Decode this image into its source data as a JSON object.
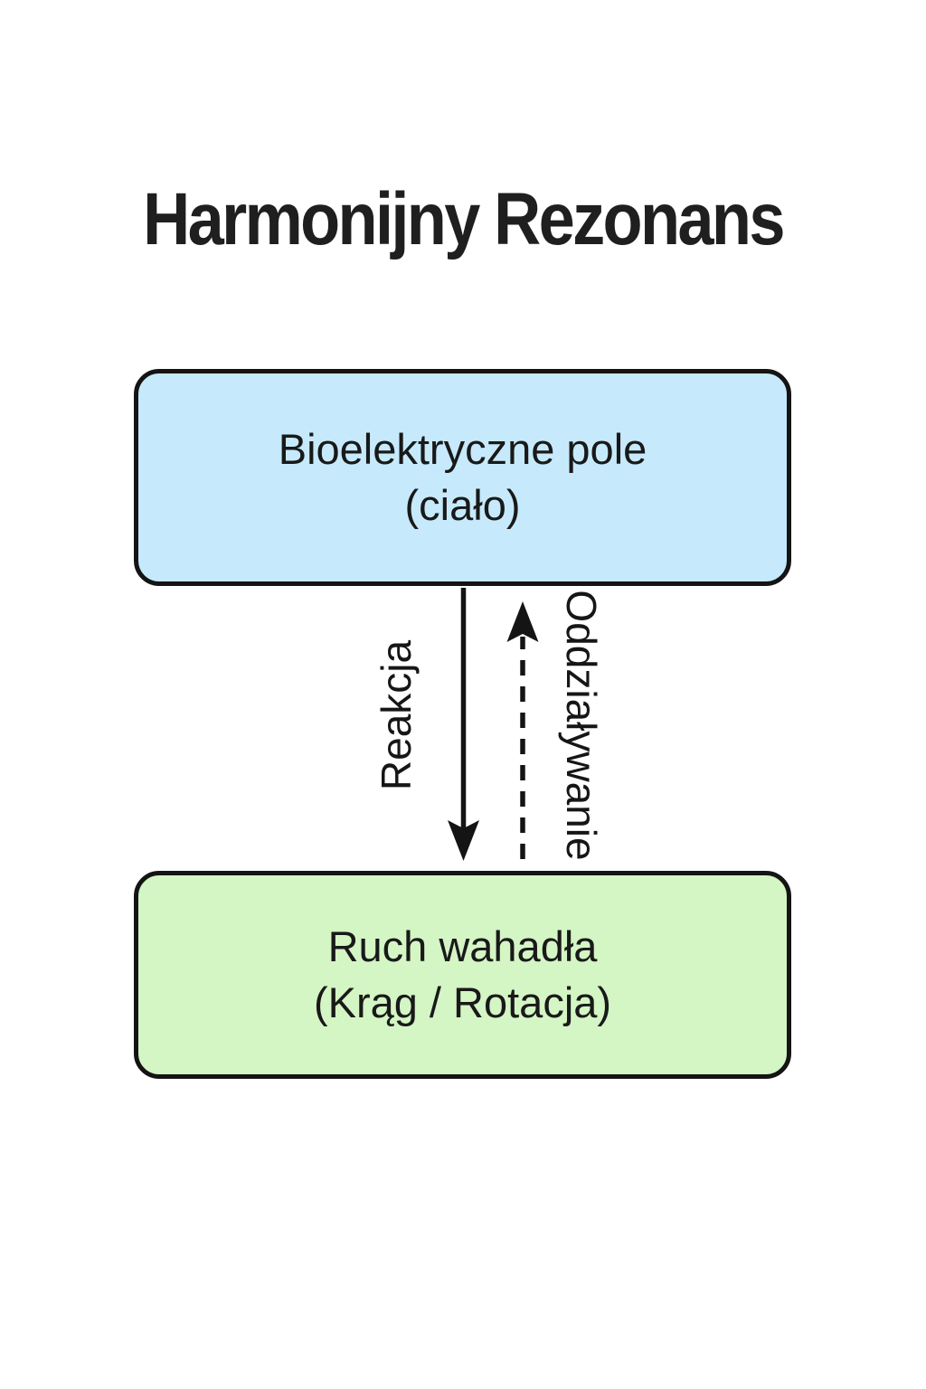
{
  "title": "Harmonijny Rezonans",
  "nodes": {
    "top": {
      "line1": "Bioelektryczne pole",
      "line2": "(ciało)",
      "fill": "#c6eafb"
    },
    "bottom": {
      "line1": "Ruch wahadła",
      "line2": "(Krąg / Rotacja)",
      "fill": "#d4f5c4"
    }
  },
  "arrows": {
    "reaction": {
      "label": "Reakcja",
      "style": "solid",
      "direction": "down",
      "from": "Bioelektryczne pole (ciało)",
      "to": "Ruch wahadła (Krąg / Rotacja)"
    },
    "influence": {
      "label": "Oddziaływanie",
      "style": "dashed",
      "direction": "up",
      "from": "Ruch wahadła (Krąg / Rotacja)",
      "to": "Bioelektryczne pole (ciało)"
    }
  },
  "colors": {
    "background": "#ffffff",
    "text": "#1a1a1a",
    "box_border": "#141414",
    "arrow": "#141414",
    "top_box_fill": "#c6eafb",
    "bottom_box_fill": "#d4f5c4"
  }
}
